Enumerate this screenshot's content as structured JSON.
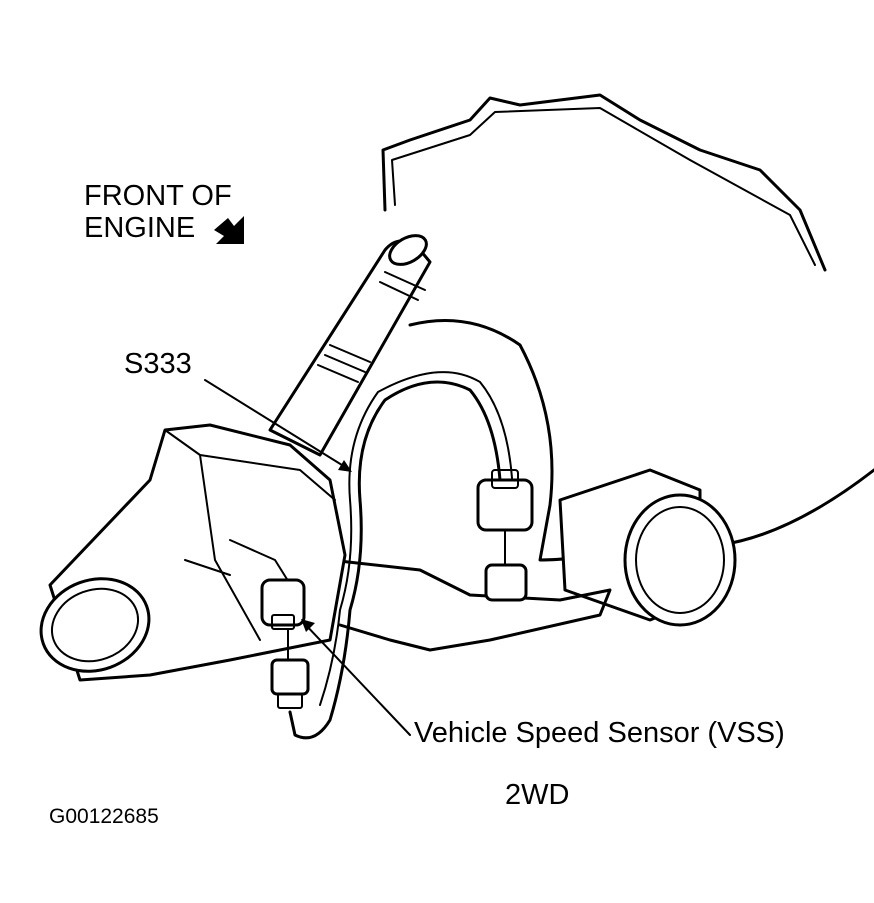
{
  "labels": {
    "front_line1": "FRONT OF",
    "front_line2": "ENGINE",
    "splice": "S333",
    "vss": "Vehicle Speed Sensor (VSS)",
    "drive": "2WD",
    "figure_id": "G00122685"
  },
  "icons": {
    "direction_arrow": "arrow-icon"
  }
}
